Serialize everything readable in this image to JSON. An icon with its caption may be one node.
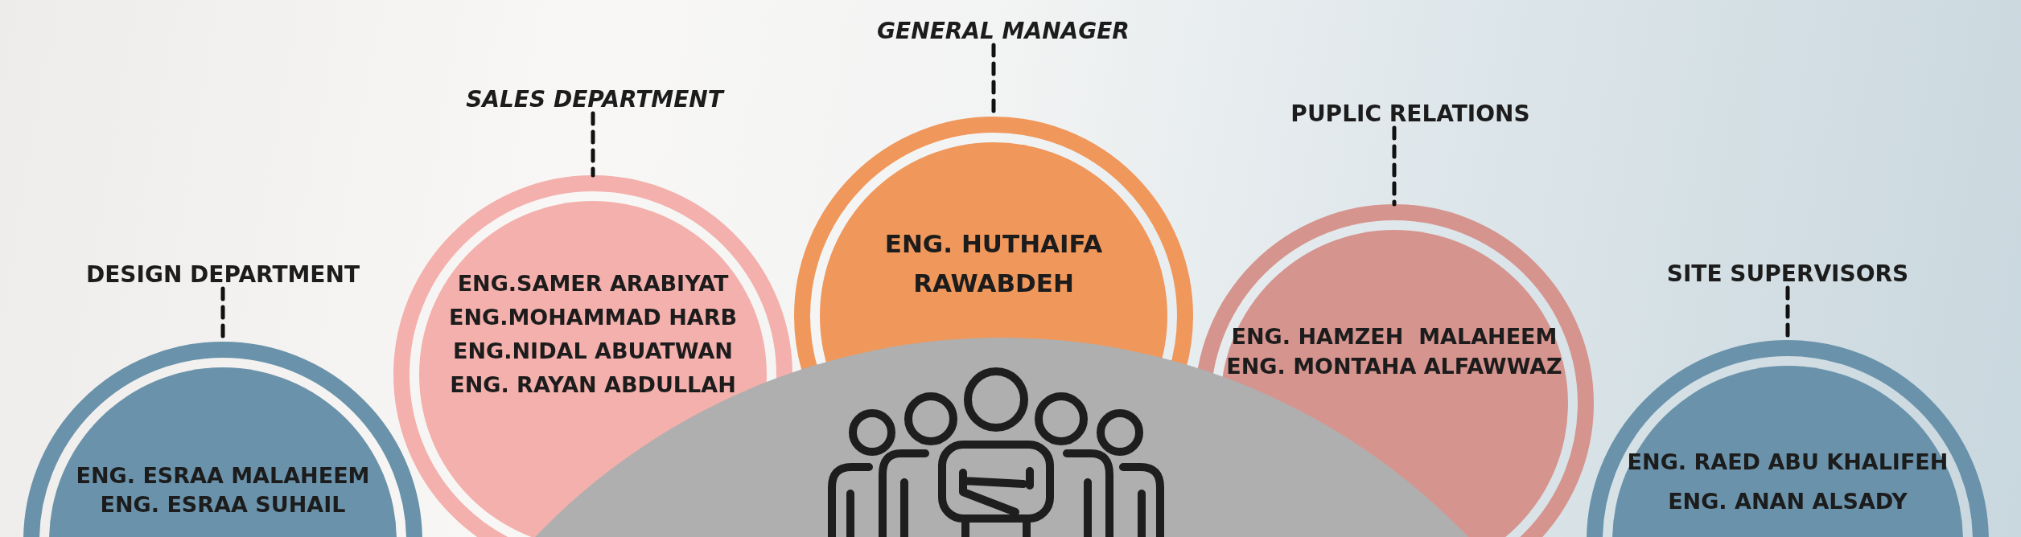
{
  "diagram": {
    "nodes": [
      {
        "text": [
          "DESIGN DEPARTMENT"
        ]
      },
      {
        "text": [
          "ENG. ESRAA MALAHEEM",
          "ENG. ESRAA SUHAIL"
        ]
      },
      {
        "text": [
          "SALES DEPARTMENT"
        ]
      },
      {
        "text": [
          "ENG.SAMER ARABIYAT",
          "ENG.MOHAMMAD HARB",
          "ENG.NIDAL ABUATWAN",
          "ENG. RAYAN ABDULLAH"
        ]
      },
      {
        "text": [
          "GENERAL MANAGER"
        ]
      },
      {
        "text": [
          "ENG. HUTHAIFA RAWABDEH"
        ]
      },
      {
        "text": [
          "PUPLIC RELATIONS"
        ]
      },
      {
        "text": [
          "ENG. HAMZEH  MALAHEEM",
          "ENG. MONTAHA ALFAWWAZ"
        ]
      },
      {
        "text": [
          "SITE SUPERVISORS"
        ]
      },
      {
        "text": [
          "ENG. RAED ABU KHALIFEH",
          "ENG. ANAN ALSADY"
        ]
      },
      {
        "text": [],
        "shape": "circle"
      }
    ],
    "edges": [
      {
        "from": 0,
        "to": 1,
        "arrow": "none",
        "style": "dashed"
      },
      {
        "from": 2,
        "to": 3,
        "arrow": "none",
        "style": "dashed"
      },
      {
        "from": 4,
        "to": 5,
        "arrow": "none",
        "style": "dashed"
      },
      {
        "from": 6,
        "to": 7,
        "arrow": "none",
        "style": "dashed"
      },
      {
        "from": 8,
        "to": 9,
        "arrow": "none",
        "style": "dashed"
      }
    ]
  }
}
